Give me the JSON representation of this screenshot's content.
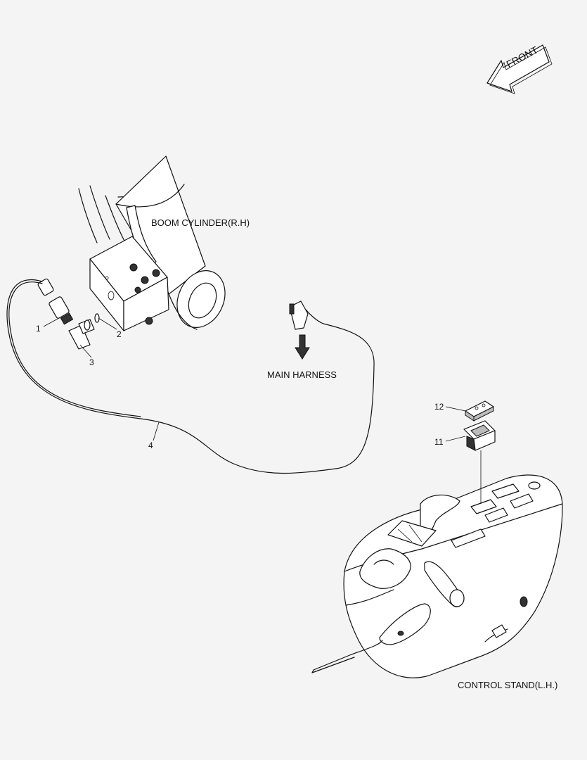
{
  "front_arrow": {
    "label": "FRONT"
  },
  "labels": {
    "boom_cylinder": "BOOM CYLINDER(R.H)",
    "main_harness": "MAIN HARNESS",
    "control_stand": "CONTROL STAND(L.H.)"
  },
  "callouts": [
    "1",
    "2",
    "3",
    "4",
    "11",
    "12"
  ]
}
